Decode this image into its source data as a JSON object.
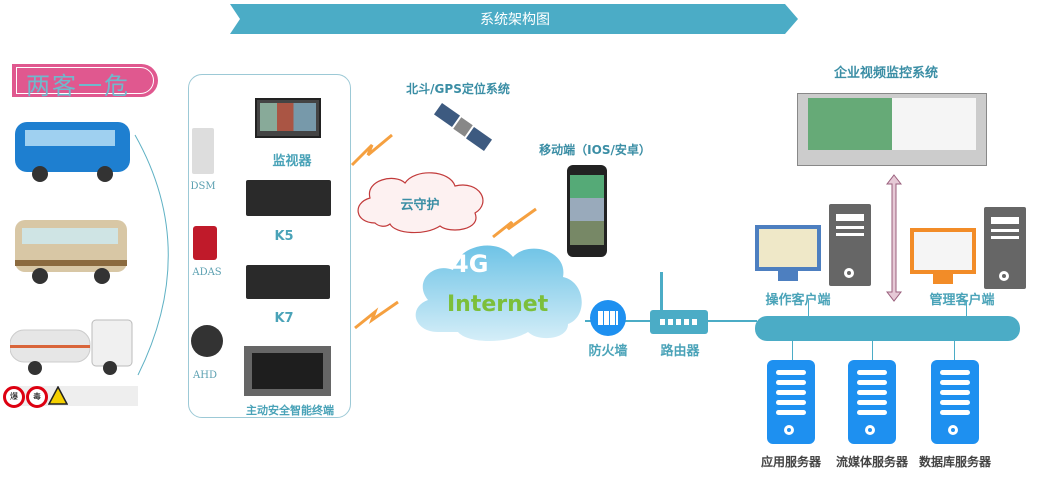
{
  "title": "系统架构图",
  "badge": "两客一危",
  "vehicles": {
    "signs": [
      "爆",
      "毒"
    ]
  },
  "sensors": [
    "DSM",
    "ADAS",
    "AHD"
  ],
  "devices": [
    "监视器",
    "K5",
    "K7",
    "主动安全智能终端"
  ],
  "satellite": "北斗/GPS定位系统",
  "cloud_guard": "云守护",
  "internet": {
    "line1": "4G",
    "line2": "Internet"
  },
  "mobile": "移动端（IOS/安卓）",
  "firewall": "防火墙",
  "router": "路由器",
  "enterprise": "企业视频监控系统",
  "clients": [
    "操作客户端",
    "管理客户端"
  ],
  "servers": [
    "应用服务器",
    "流媒体服务器",
    "数据库服务器"
  ],
  "colors": {
    "teal": "#4bacc6",
    "pink": "#e0588f",
    "orange": "#f5a040",
    "server_blue": "#1e90f0"
  }
}
